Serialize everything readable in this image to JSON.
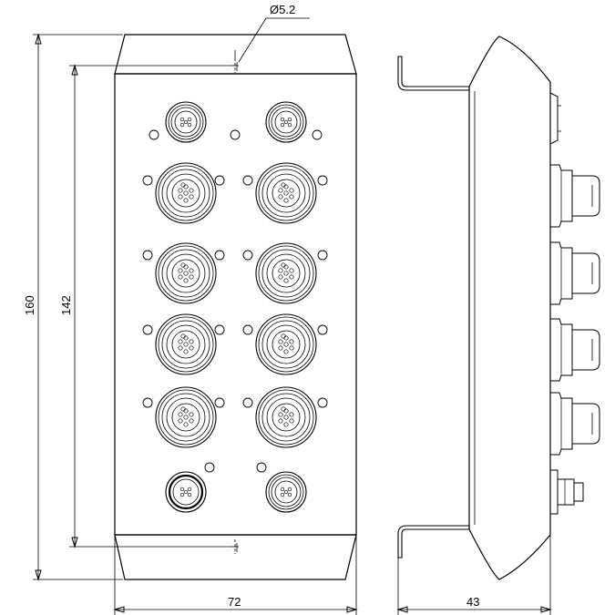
{
  "drawing": {
    "hole_diameter_label": "Ø5.2",
    "height_total_label": "160",
    "height_mount_label": "142",
    "width_label": "72",
    "depth_label": "43"
  },
  "connectors": {
    "front_rows": [
      [
        "small",
        "small"
      ],
      [
        "large",
        "large"
      ],
      [
        "large",
        "large"
      ],
      [
        "large",
        "large"
      ],
      [
        "large",
        "large"
      ],
      [
        "small-female",
        "small"
      ]
    ],
    "side_ports": [
      "small-cap",
      "large-cap",
      "large-cap",
      "large-cap",
      "large-cap",
      "plug"
    ]
  }
}
